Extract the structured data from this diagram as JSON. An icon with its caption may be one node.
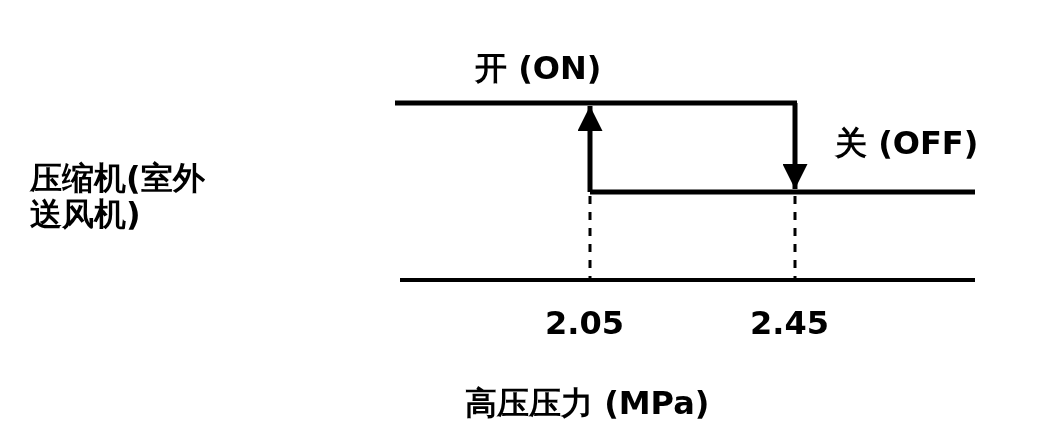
{
  "diagram": {
    "labels": [
      "开 (ON)",
      "关 (OFF)",
      "压缩机(室外送风机)",
      "2.05",
      "2.45",
      "高压压力 (MPa)"
    ]
  }
}
